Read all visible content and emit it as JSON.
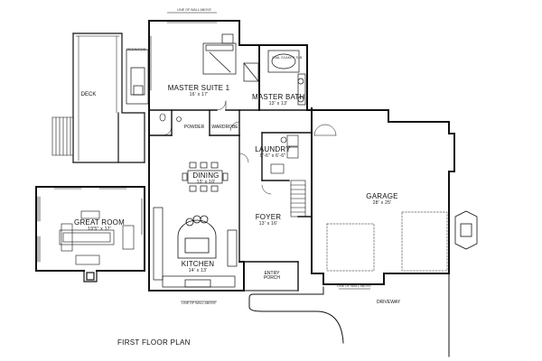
{
  "plan": {
    "title": "FIRST FLOOR PLAN",
    "rooms": {
      "master_suite": {
        "name": "MASTER SUITE 1",
        "dim": "16' x 17'"
      },
      "master_bath": {
        "name": "MASTER BATH",
        "dim": "13' x 13'"
      },
      "laundry": {
        "name": "LAUNDRY",
        "dim": "9'-6\" x 6'-6\""
      },
      "dining": {
        "name": "DINING",
        "dim": "13' x 10'"
      },
      "great_room": {
        "name": "GREAT ROOM",
        "dim": "19'5\" x 17'"
      },
      "kitchen": {
        "name": "KITCHEN",
        "dim": "14' x 13'"
      },
      "foyer": {
        "name": "FOYER",
        "dim": "13' x 16'"
      },
      "garage": {
        "name": "GARAGE",
        "dim": "28' x 25'"
      }
    },
    "labels": {
      "deck": "DECK",
      "powder": "POWDER",
      "wardrobe": "WARDROBE",
      "entry_porch_line1": "ENTRY",
      "entry_porch_line2": "PORCH",
      "driveway": "DRIVEWAY",
      "redwood": "REDWOOD"
    },
    "tiny_notes": {
      "top_window": "LINE OF WALL ABOVE",
      "kitchen_window": "LINE OF WALL ABOVE",
      "garage_door": "LINE OF WALL ABOVE",
      "tub": "OVAL SOAKER TUB"
    }
  }
}
